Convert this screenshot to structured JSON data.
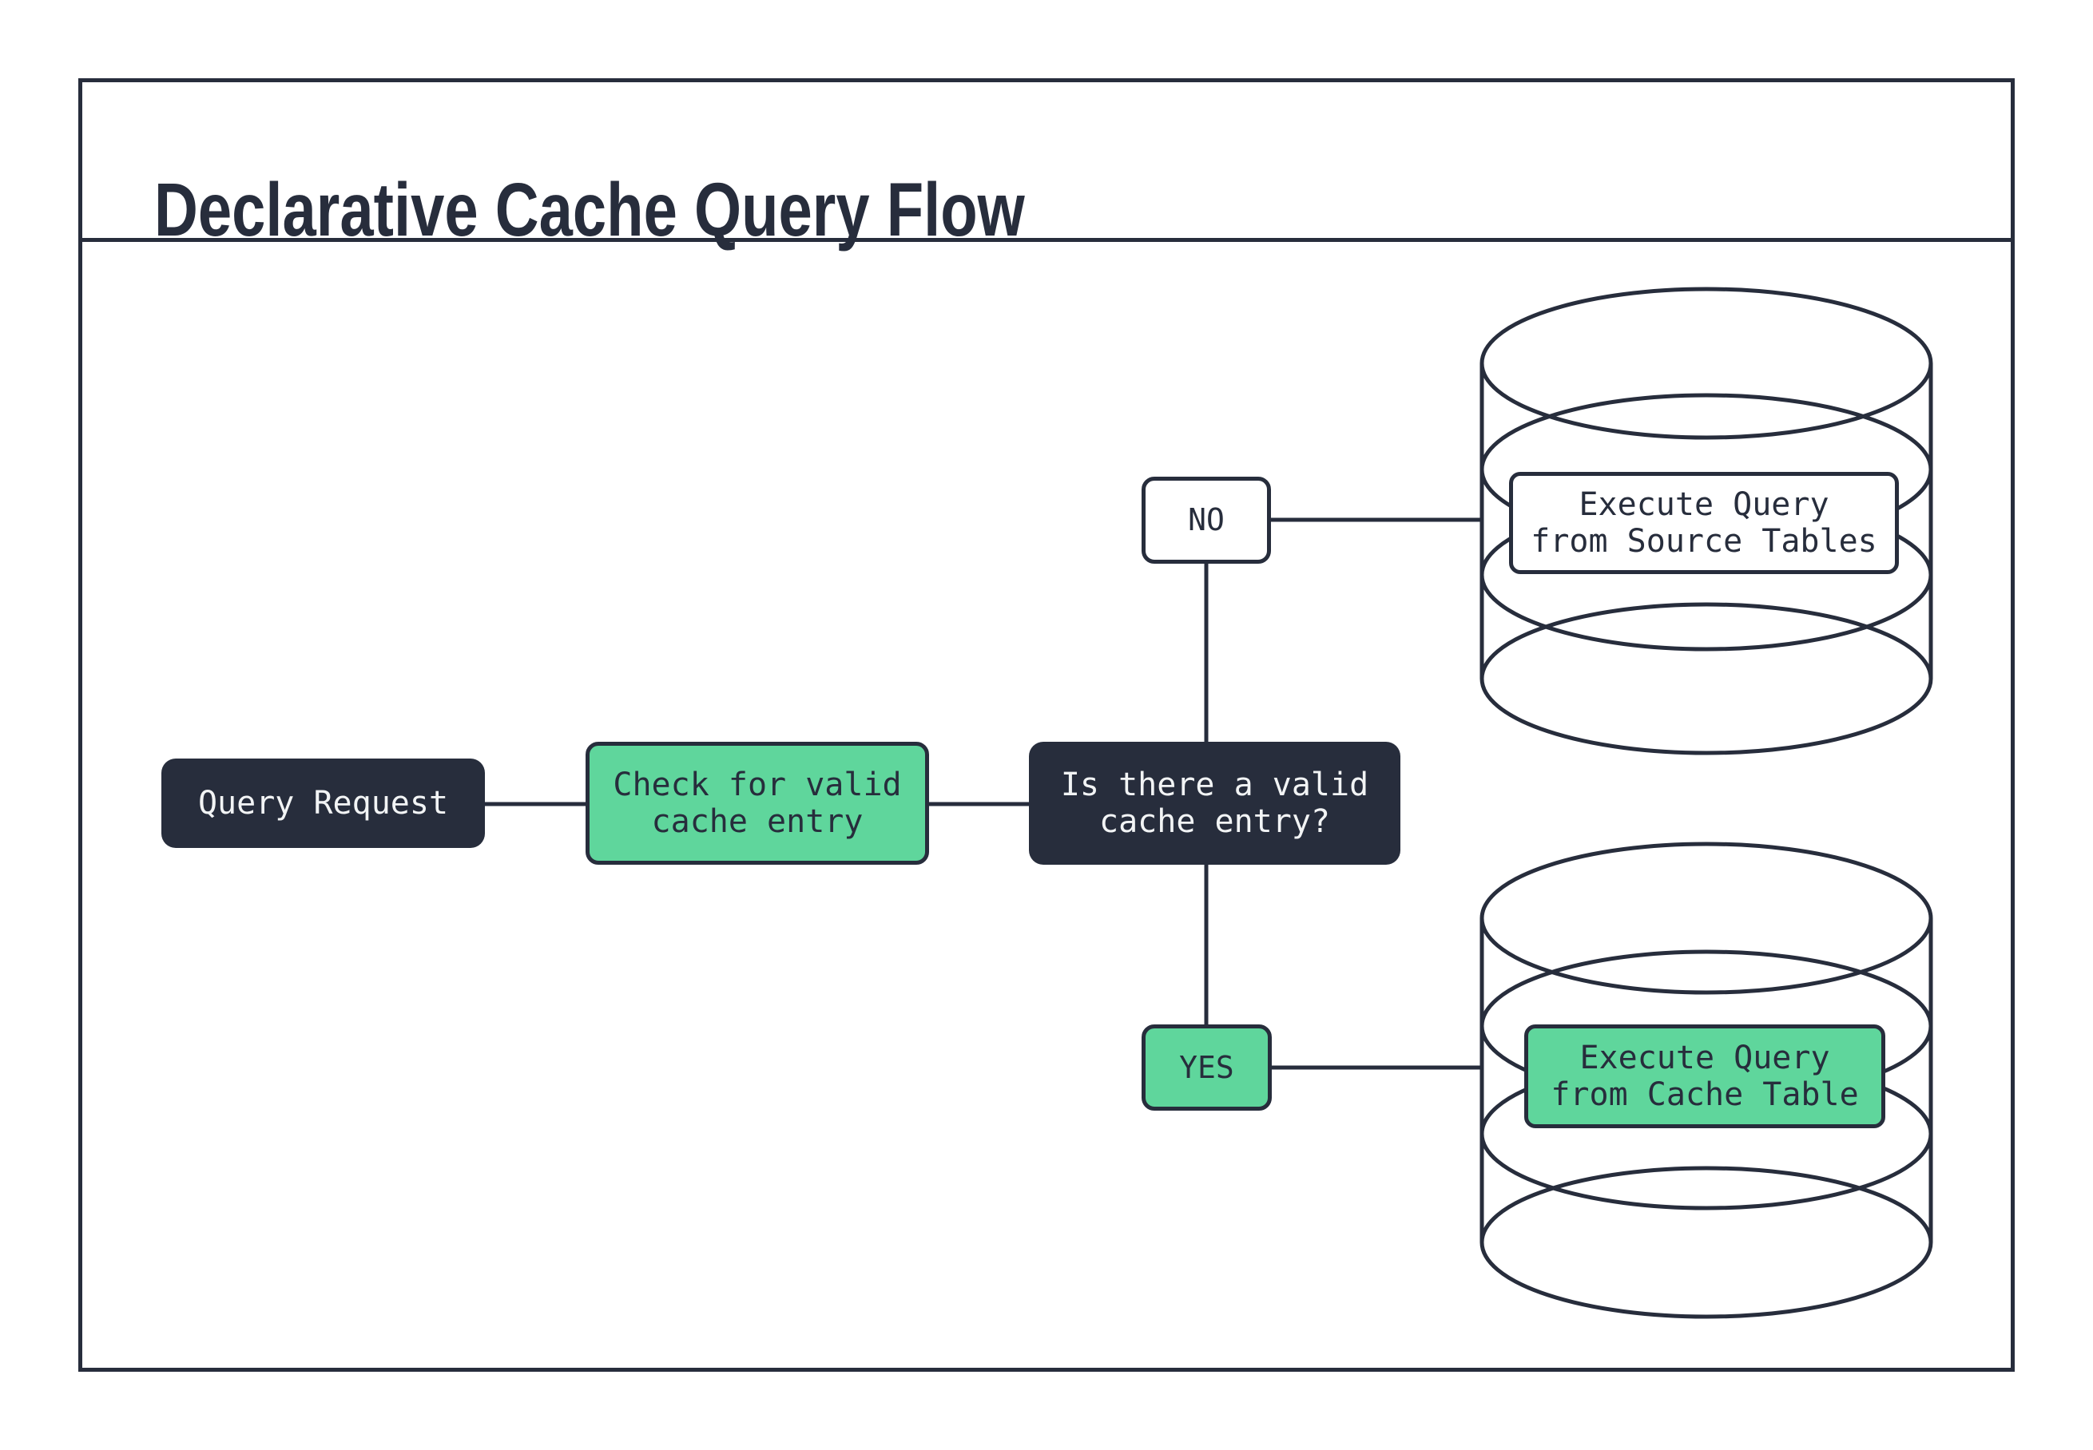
{
  "title": "Declarative Cache Query Flow",
  "colors": {
    "ink": "#272d3c",
    "green": "#5fd69c",
    "paper": "#ffffff",
    "light_text": "#f2f4f5"
  },
  "nodes": {
    "query_request": {
      "label": "Query Request"
    },
    "check_cache": {
      "line1": "Check for valid",
      "line2": "cache entry"
    },
    "decision": {
      "line1": "Is there a valid",
      "line2": "cache entry?"
    },
    "branch_no": {
      "label": "NO"
    },
    "branch_yes": {
      "label": "YES"
    },
    "source_db": {
      "line1": "Execute Query",
      "line2": "from Source Tables"
    },
    "cache_db": {
      "line1": "Execute Query",
      "line2": "from Cache Table"
    }
  }
}
